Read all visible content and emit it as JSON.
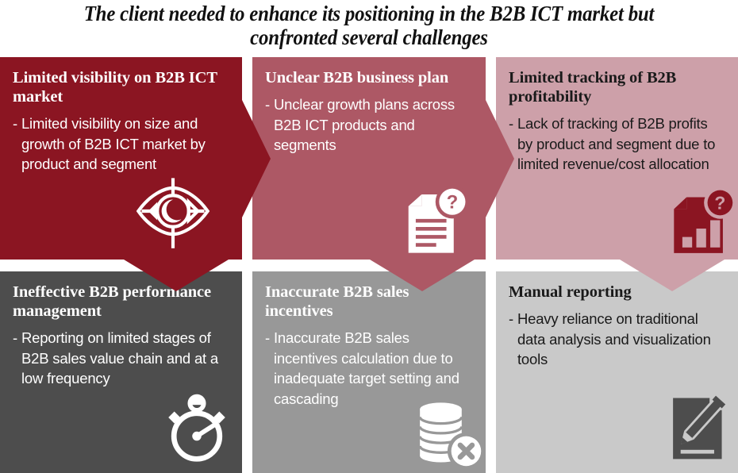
{
  "title": {
    "line1": "The client needed to enhance its positioning in the B2B ICT market but",
    "line2": "confronted several challenges"
  },
  "colors": {
    "dark_red": "#8b1522",
    "rose": "#ad5865",
    "pink": "#cda0a9",
    "dark_gray": "#4d4d4d",
    "mid_gray": "#989898",
    "light_gray": "#c9c9c9",
    "white": "#ffffff",
    "near_black": "#1a1a1a"
  },
  "cards": [
    {
      "id": "limited-visibility",
      "heading": "Limited visibility on B2B ICT market",
      "bullet_marker": "-",
      "bullet": "Limited visibility on size and growth of B2B ICT market by product and segment",
      "icon": "eye-target-icon",
      "icon_color": "#ffffff",
      "background": "#8b1522",
      "text_color": "#ffffff",
      "has_right_chevron": true,
      "has_down_chevron": true
    },
    {
      "id": "unclear-business-plan",
      "heading": "Unclear B2B business plan",
      "bullet_marker": "-",
      "bullet": "Unclear growth plans across B2B ICT products and segments",
      "icon": "document-question-icon",
      "icon_color": "#ffffff",
      "background": "#ad5865",
      "text_color": "#ffffff",
      "has_right_chevron": true,
      "has_down_chevron": true
    },
    {
      "id": "limited-tracking-profitability",
      "heading": "Limited tracking of B2B profitability",
      "bullet_marker": "-",
      "bullet": "Lack of tracking of B2B profits by product and segment due to limited revenue/cost allocation",
      "icon": "bar-chart-question-icon",
      "icon_color": "#8b1522",
      "background": "#cda0a9",
      "text_color": "#1a1a1a",
      "has_right_chevron": false,
      "has_down_chevron": true
    },
    {
      "id": "ineffective-performance-management",
      "heading": "Ineffective B2B performance management",
      "bullet_marker": "-",
      "bullet": "Reporting on limited stages of B2B sales value chain and at a low frequency",
      "icon": "stopwatch-icon",
      "icon_color": "#ffffff",
      "background": "#4d4d4d",
      "text_color": "#ffffff",
      "has_right_chevron": false,
      "has_down_chevron": false
    },
    {
      "id": "inaccurate-sales-incentives",
      "heading": "Inaccurate B2B sales incentives",
      "bullet_marker": "-",
      "bullet": "Inaccurate B2B sales incentives calculation due to inadequate target setting and cascading",
      "icon": "coins-error-icon",
      "icon_color": "#ffffff",
      "background": "#989898",
      "text_color": "#ffffff",
      "has_right_chevron": false,
      "has_down_chevron": false
    },
    {
      "id": "manual-reporting",
      "heading": "Manual reporting",
      "bullet_marker": "-",
      "bullet": "Heavy reliance on traditional data analysis and visualization tools",
      "icon": "document-pen-icon",
      "icon_color": "#4d4d4d",
      "background": "#c9c9c9",
      "text_color": "#1a1a1a",
      "has_right_chevron": false,
      "has_down_chevron": false
    }
  ]
}
